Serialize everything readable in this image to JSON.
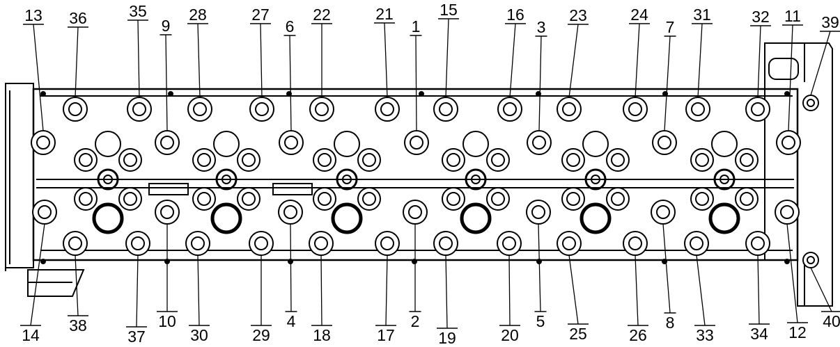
{
  "diagram": {
    "top_labels": [
      "13",
      "36",
      "35",
      "9",
      "28",
      "27",
      "6",
      "22",
      "21",
      "1",
      "15",
      "16",
      "3",
      "23",
      "24",
      "7",
      "31",
      "32",
      "11",
      "39"
    ],
    "bottom_labels": [
      "14",
      "38",
      "37",
      "10",
      "30",
      "29",
      "4",
      "18",
      "17",
      "2",
      "19",
      "20",
      "5",
      "25",
      "26",
      "8",
      "33",
      "34",
      "12",
      "40"
    ]
  }
}
